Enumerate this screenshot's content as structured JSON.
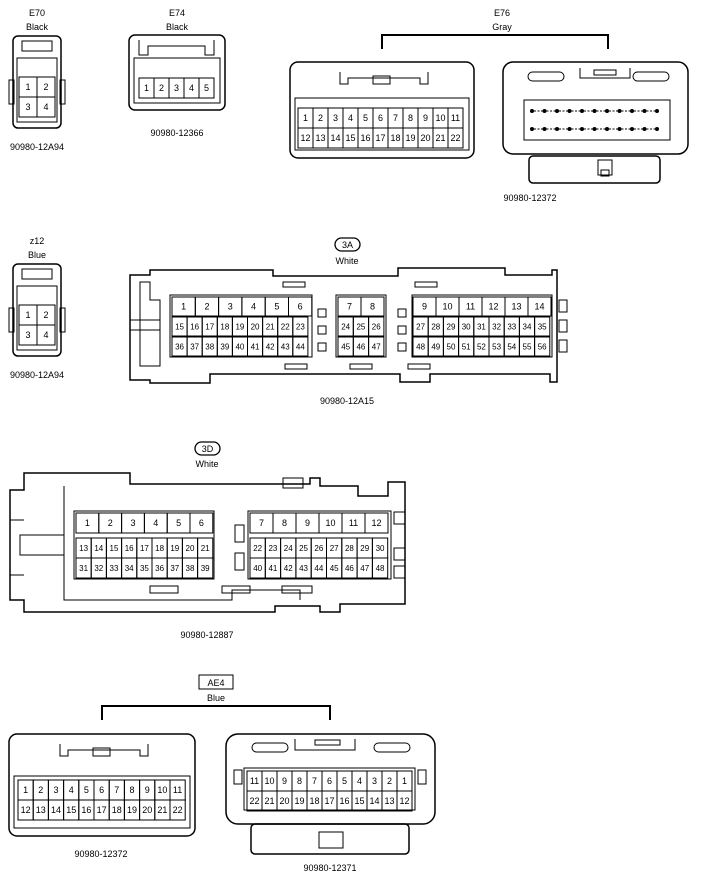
{
  "e70": {
    "code": "E70",
    "color": "Black",
    "part": "90980-12A94",
    "pins": [
      "1",
      "2",
      "3",
      "4"
    ]
  },
  "e74": {
    "code": "E74",
    "color": "Black",
    "part": "90980-12366",
    "pins": [
      "1",
      "2",
      "3",
      "4",
      "5"
    ]
  },
  "e76": {
    "code": "E76",
    "color": "Gray",
    "part": "90980-12372",
    "pins_top": [
      "1",
      "2",
      "3",
      "4",
      "5",
      "6",
      "7",
      "8",
      "9",
      "10",
      "11"
    ],
    "pins_bottom": [
      "12",
      "13",
      "14",
      "15",
      "16",
      "17",
      "18",
      "19",
      "20",
      "21",
      "22"
    ]
  },
  "z12": {
    "code": "z12",
    "color": "Blue",
    "part": "90980-12A94",
    "pins": [
      "1",
      "2",
      "3",
      "4"
    ]
  },
  "c3a": {
    "code": "3A",
    "color": "White",
    "part": "90980-12A15",
    "left_top": [
      "1",
      "2",
      "3",
      "4",
      "5",
      "6"
    ],
    "left_mid": [
      "15",
      "16",
      "17",
      "18",
      "19",
      "20",
      "21",
      "22",
      "23"
    ],
    "left_bot": [
      "36",
      "37",
      "38",
      "39",
      "40",
      "41",
      "42",
      "43",
      "44"
    ],
    "center_top": [
      "7",
      "8"
    ],
    "center_mid": [
      "24",
      "25",
      "26"
    ],
    "center_bot": [
      "45",
      "46",
      "47"
    ],
    "right_top": [
      "9",
      "10",
      "11",
      "12",
      "13",
      "14"
    ],
    "right_mid": [
      "27",
      "28",
      "29",
      "30",
      "31",
      "32",
      "33",
      "34",
      "35"
    ],
    "right_bot": [
      "48",
      "49",
      "50",
      "51",
      "52",
      "53",
      "54",
      "55",
      "56"
    ]
  },
  "c3d": {
    "code": "3D",
    "color": "White",
    "part": "90980-12887",
    "left_top": [
      "1",
      "2",
      "3",
      "4",
      "5",
      "6"
    ],
    "left_mid": [
      "13",
      "14",
      "15",
      "16",
      "17",
      "18",
      "19",
      "20",
      "21"
    ],
    "left_bot": [
      "31",
      "32",
      "33",
      "34",
      "35",
      "36",
      "37",
      "38",
      "39"
    ],
    "right_top": [
      "7",
      "8",
      "9",
      "10",
      "11",
      "12"
    ],
    "right_mid": [
      "22",
      "23",
      "24",
      "25",
      "26",
      "27",
      "28",
      "29",
      "30"
    ],
    "right_bot": [
      "40",
      "41",
      "42",
      "43",
      "44",
      "45",
      "46",
      "47",
      "48"
    ]
  },
  "ae4": {
    "code": "AE4",
    "color": "Blue",
    "part_left": "90980-12372",
    "part_right": "90980-12371",
    "left_top": [
      "1",
      "2",
      "3",
      "4",
      "5",
      "6",
      "7",
      "8",
      "9",
      "10",
      "11"
    ],
    "left_bottom": [
      "12",
      "13",
      "14",
      "15",
      "16",
      "17",
      "18",
      "19",
      "20",
      "21",
      "22"
    ],
    "right_top": [
      "11",
      "10",
      "9",
      "8",
      "7",
      "6",
      "5",
      "4",
      "3",
      "2",
      "1"
    ],
    "right_bottom": [
      "22",
      "21",
      "20",
      "19",
      "18",
      "17",
      "16",
      "15",
      "14",
      "13",
      "12"
    ]
  }
}
